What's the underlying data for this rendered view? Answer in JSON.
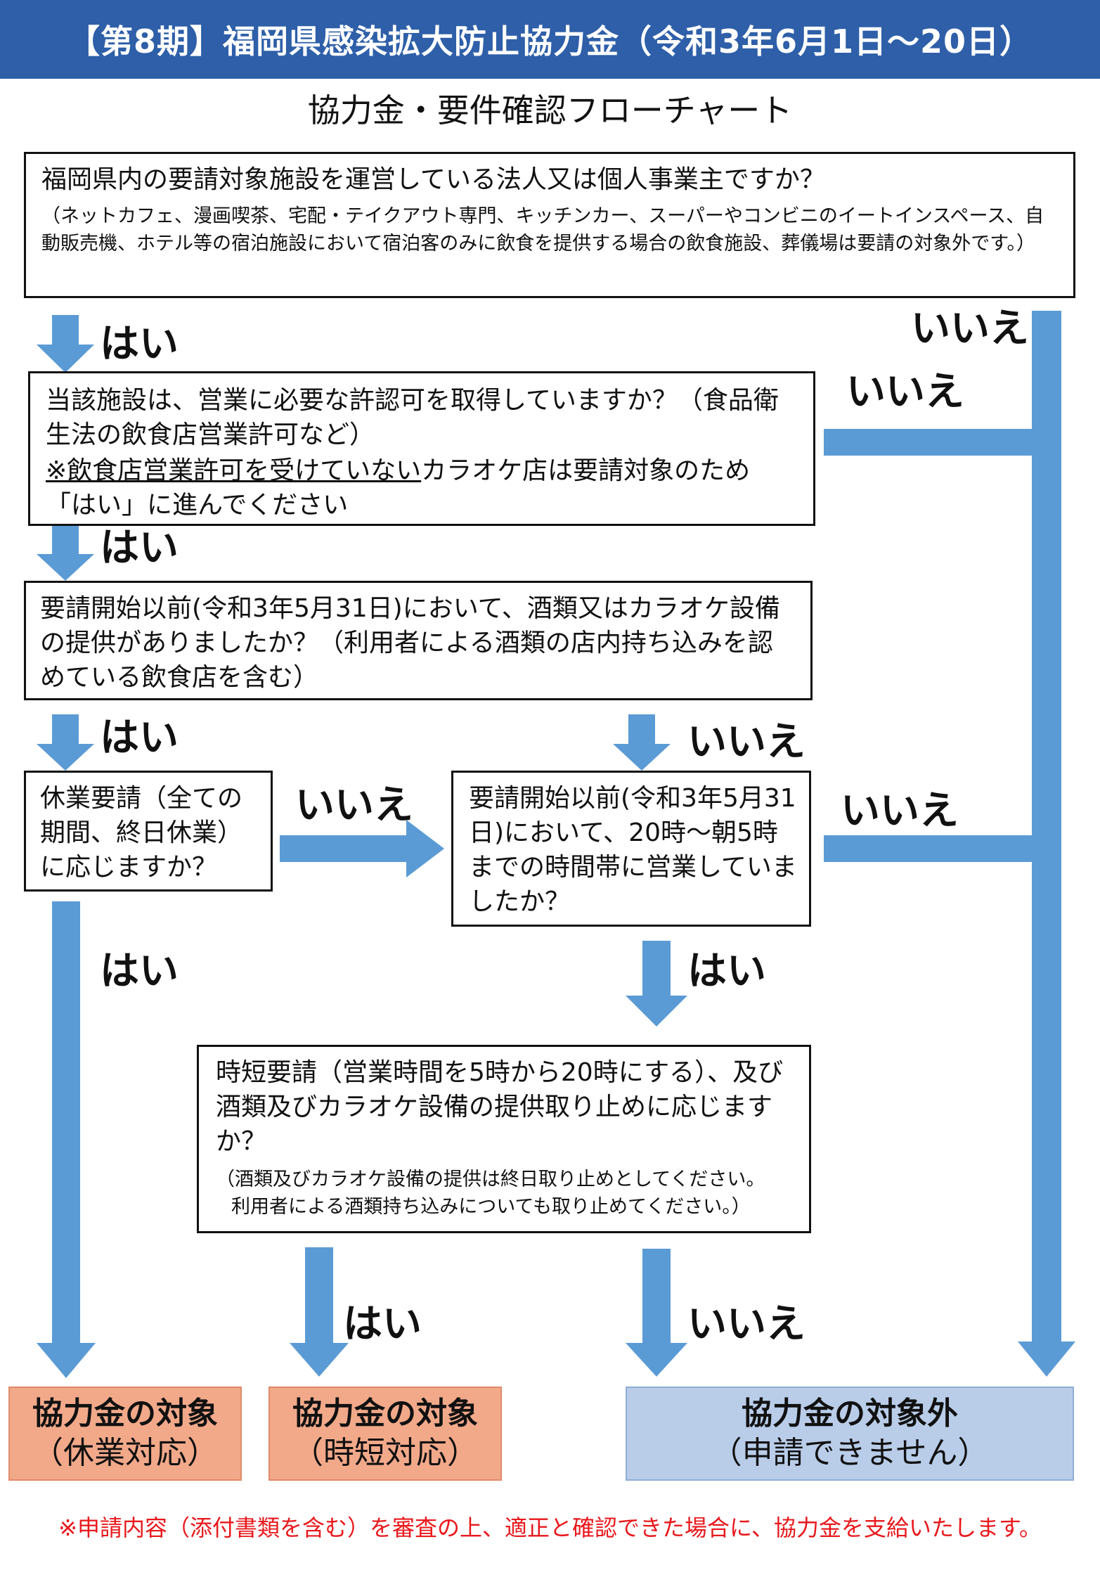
{
  "header": {
    "title": "【第8期】福岡県感染拡大防止協力金（令和3年6月1日～20日）"
  },
  "subtitle": "協力金・要件確認フローチャート",
  "colors": {
    "header": "#2e5fa8",
    "arrow": "#5b9bd5",
    "eligible": "#f2a98a",
    "ineligible": "#b9cde9",
    "footer": "#e8181c"
  },
  "q1": {
    "question": "福岡県内の要請対象施設を運営している法人又は個人事業主ですか？",
    "note": "（ネットカフェ、漫画喫茶、宅配・テイクアウト専門、キッチンカー、スーパーやコンビニのイートインスペース、自動販売機、ホテル等の宿泊施設において宿泊客のみに飲食を提供する場合の飲食施設、葬儀場は要請の対象外です。）"
  },
  "q2": {
    "question": "当該施設は、営業に必要な許認可を取得していますか？（食品衛生法の飲食店営業許可など）",
    "note_underlined": "※飲食店営業許可を受けていない",
    "note_rest": "カラオケ店は要請対象のため「はい」に進んでください"
  },
  "q3": {
    "question": "要請開始以前(令和3年5月31日)において、酒類又はカラオケ設備の提供がありましたか？（利用者による酒類の店内持ち込みを認めている飲食店を含む）"
  },
  "q4": {
    "question": "休業要請（全ての期間、終日休業）に応じますか？"
  },
  "q5": {
    "question": "要請開始以前(令和3年5月31日)において、20時～朝5時までの時間帯に営業していましたか？"
  },
  "q6": {
    "question": "時短要請（営業時間を5時から20時にする）、及び酒類及びカラオケ設備の提供取り止めに応じますか？",
    "note_line1": "（酒類及びカラオケ設備の提供は終日取り止めとしてください。",
    "note_line2": "利用者による酒類持ち込みについても取り止めてください。）"
  },
  "labels": {
    "yes1": "はい",
    "no1": "いいえ",
    "yes2": "はい",
    "no2": "いいえ",
    "yes3": "はい",
    "no3": "いいえ",
    "no4": "いいえ",
    "yes4": "はい",
    "yes5": "はい",
    "no5": "いいえ",
    "yes6": "はい",
    "no6": "いいえ"
  },
  "outcomes": {
    "closure": {
      "title": "協力金の対象",
      "sub": "（休業対応）"
    },
    "shorter": {
      "title": "協力金の対象",
      "sub": "（時短対応）"
    },
    "excluded": {
      "title": "協力金の対象外",
      "sub": "（申請できません）"
    }
  },
  "footer": "※申請内容（添付書類を含む）を審査の上、適正と確認できた場合に、協力金を支給いたします。"
}
